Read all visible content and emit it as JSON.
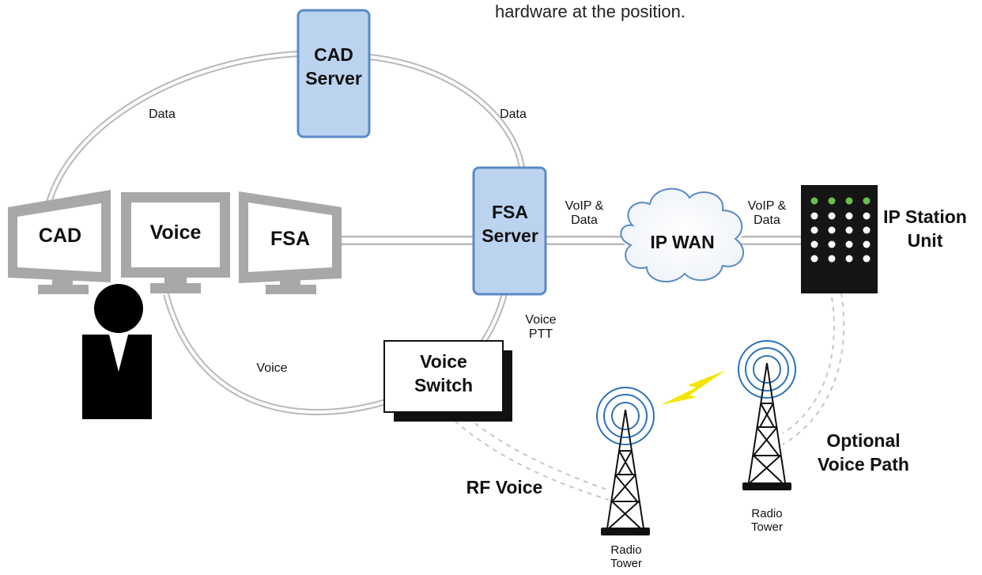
{
  "caption_fragment": "hardware at the position.",
  "nodes": {
    "cad_server": "CAD\nServer",
    "fsa_server": "FSA\nServer",
    "ip_wan": "IP WAN",
    "ip_station_unit": "IP Station\nUnit",
    "voice_switch": "Voice\nSwitch",
    "monitor_cad": "CAD",
    "monitor_voice": "Voice",
    "monitor_fsa": "FSA",
    "radio_tower_left": "Radio\nTower",
    "radio_tower_right": "Radio\nTower"
  },
  "links": {
    "data_left": "Data",
    "data_right": "Data",
    "voip_fsa_wan": "VoIP &\nData",
    "voip_wan_station": "VoIP &\nData",
    "voice_ptt": "Voice\nPTT",
    "voice_bottom": "Voice",
    "rf_voice": "RF Voice",
    "optional_voice_path": "Optional\nVoice Path"
  },
  "colors": {
    "server_fill": "#bcd3f0",
    "server_stroke": "#5a8ac6",
    "monitor_gray": "#a8a8a8",
    "led_green": "#6abf4b",
    "lightning": "#f2e600"
  }
}
